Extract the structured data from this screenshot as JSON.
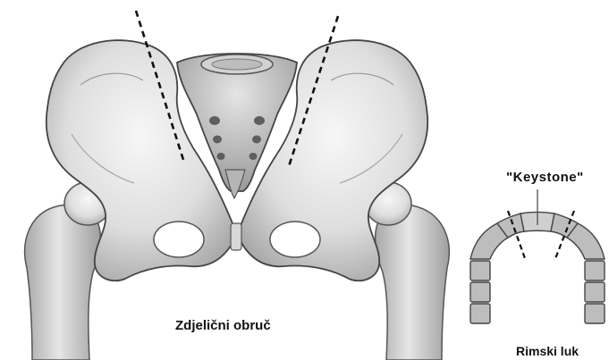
{
  "labels": {
    "pelvis": "Zdjelični obruč",
    "keystone": "\"Keystone\"",
    "arch": "Rimski luk"
  },
  "icons": {
    "pelvis": "pelvis-illustration-icon",
    "arch": "roman-arch-icon"
  },
  "colors": {
    "bone_light": "#efefef",
    "bone_mid": "#cfcfcf",
    "bone_dark": "#9c9c9c",
    "outline": "#444444",
    "arch_stone": "#bdbdbd",
    "dashes": "#111111"
  }
}
